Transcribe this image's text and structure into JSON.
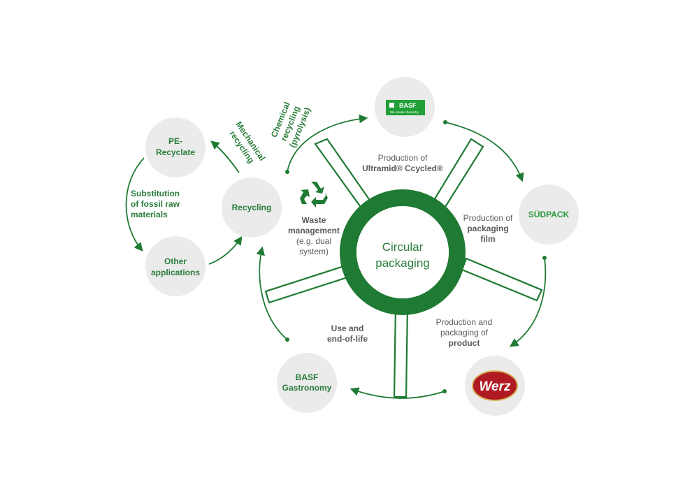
{
  "center": {
    "line1": "Circular",
    "line2": "packaging"
  },
  "nodes": {
    "basf_logo": {
      "brand": "BASF",
      "tagline": "We create chemistry"
    },
    "sudpack_logo": {
      "brand": "SÜDPACK"
    },
    "werz_logo": {
      "brand": "Werz"
    },
    "basf_gastronomy": {
      "line1": "BASF",
      "line2": "Gastronomy"
    },
    "recycling": {
      "label": "Recycling"
    },
    "pe_recyclate": {
      "line1": "PE-",
      "line2": "Recyclate"
    },
    "other_applications": {
      "line1": "Other",
      "line2": "applications"
    }
  },
  "stages": {
    "production_ultramid": {
      "line1": "Production of",
      "line2": "Ultramid® Ccycled®"
    },
    "packaging_film": {
      "line1": "Production of",
      "line2": "packaging",
      "line3": "film"
    },
    "product": {
      "line1": "Production and",
      "line2": "packaging of",
      "line3": "product"
    },
    "use_eol": {
      "line1": "Use and",
      "line2": "end-of-life"
    },
    "waste": {
      "line1": "Waste",
      "line2": "management",
      "line3": "(e.g. dual",
      "line4": "system)"
    }
  },
  "side_labels": {
    "chemical": {
      "line1": "Chemical",
      "line2": "recycling",
      "line3": "(pyrolysis)"
    },
    "mechanical": {
      "line1": "Mechanical",
      "line2": "recycling"
    },
    "substitution": {
      "line1": "Substitution",
      "line2": "of fossil raw",
      "line3": "materials"
    }
  },
  "icons": {
    "recycle": "recycle-icon"
  },
  "colors": {
    "accent": "#1f7a33",
    "node": "#ebebeb",
    "text_green": "#2a7d3b"
  }
}
